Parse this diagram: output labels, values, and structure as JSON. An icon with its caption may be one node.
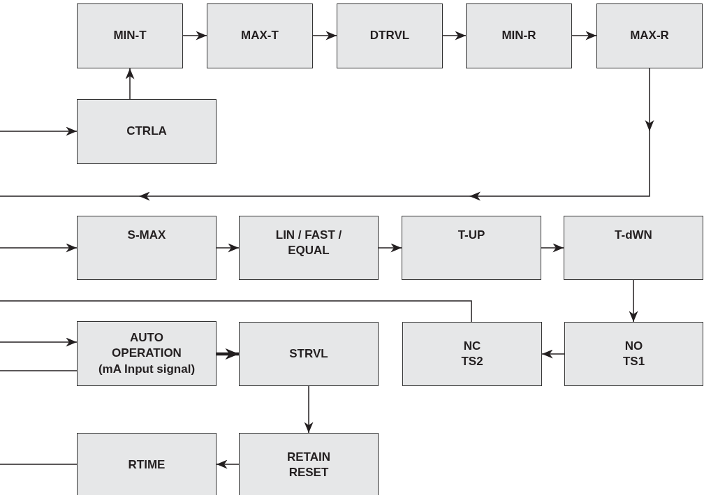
{
  "diagram": {
    "nodes": [
      {
        "text": [
          "MIN-T"
        ]
      },
      {
        "text": [
          "MAX-T"
        ]
      },
      {
        "text": [
          "DTRVL"
        ]
      },
      {
        "text": [
          "MIN-R"
        ]
      },
      {
        "text": [
          "MAX-R"
        ]
      },
      {
        "text": [
          "CTRLA"
        ]
      },
      {
        "text": [
          "S-MAX"
        ]
      },
      {
        "text": [
          "LIN / FAST / EQUAL"
        ]
      },
      {
        "text": [
          "T-UP"
        ]
      },
      {
        "text": [
          "T-dWN"
        ]
      },
      {
        "text": [
          "AUTO OPERATION",
          "(mA Input signal)"
        ]
      },
      {
        "text": [
          "STRVL"
        ]
      },
      {
        "text": [
          "NC TS2"
        ]
      },
      {
        "text": [
          "NO TS1"
        ]
      },
      {
        "text": [
          "RTIME"
        ]
      },
      {
        "text": [
          "RETAIN RESET"
        ]
      }
    ],
    "edges": [
      {
        "from": 0,
        "to": 1,
        "arrow": "to"
      },
      {
        "from": 1,
        "to": 2,
        "arrow": "to"
      },
      {
        "from": 2,
        "to": 3,
        "arrow": "to"
      },
      {
        "from": 3,
        "to": 4,
        "arrow": "to"
      },
      {
        "from": 5,
        "to": 0,
        "arrow": "to"
      },
      {
        "from": null,
        "to": 5,
        "arrow": "to"
      },
      {
        "from": 4,
        "to": null,
        "arrow": "to"
      },
      {
        "from": null,
        "to": 6,
        "arrow": "to"
      },
      {
        "from": 6,
        "to": 7,
        "arrow": "to"
      },
      {
        "from": 7,
        "to": 8,
        "arrow": "to"
      },
      {
        "from": 8,
        "to": 9,
        "arrow": "to"
      },
      {
        "from": 9,
        "to": 13,
        "arrow": "to"
      },
      {
        "from": 13,
        "to": 12,
        "arrow": "to"
      },
      {
        "from": 12,
        "to": null,
        "arrow": "none"
      },
      {
        "from": null,
        "to": 10,
        "arrow": "to"
      },
      {
        "from": 10,
        "to": null,
        "arrow": "none"
      },
      {
        "from": 10,
        "to": 11,
        "arrow": "to",
        "style": "thick"
      },
      {
        "from": 11,
        "to": 15,
        "arrow": "to"
      },
      {
        "from": 15,
        "to": 14,
        "arrow": "to"
      },
      {
        "from": 14,
        "to": null,
        "arrow": "none"
      }
    ]
  }
}
